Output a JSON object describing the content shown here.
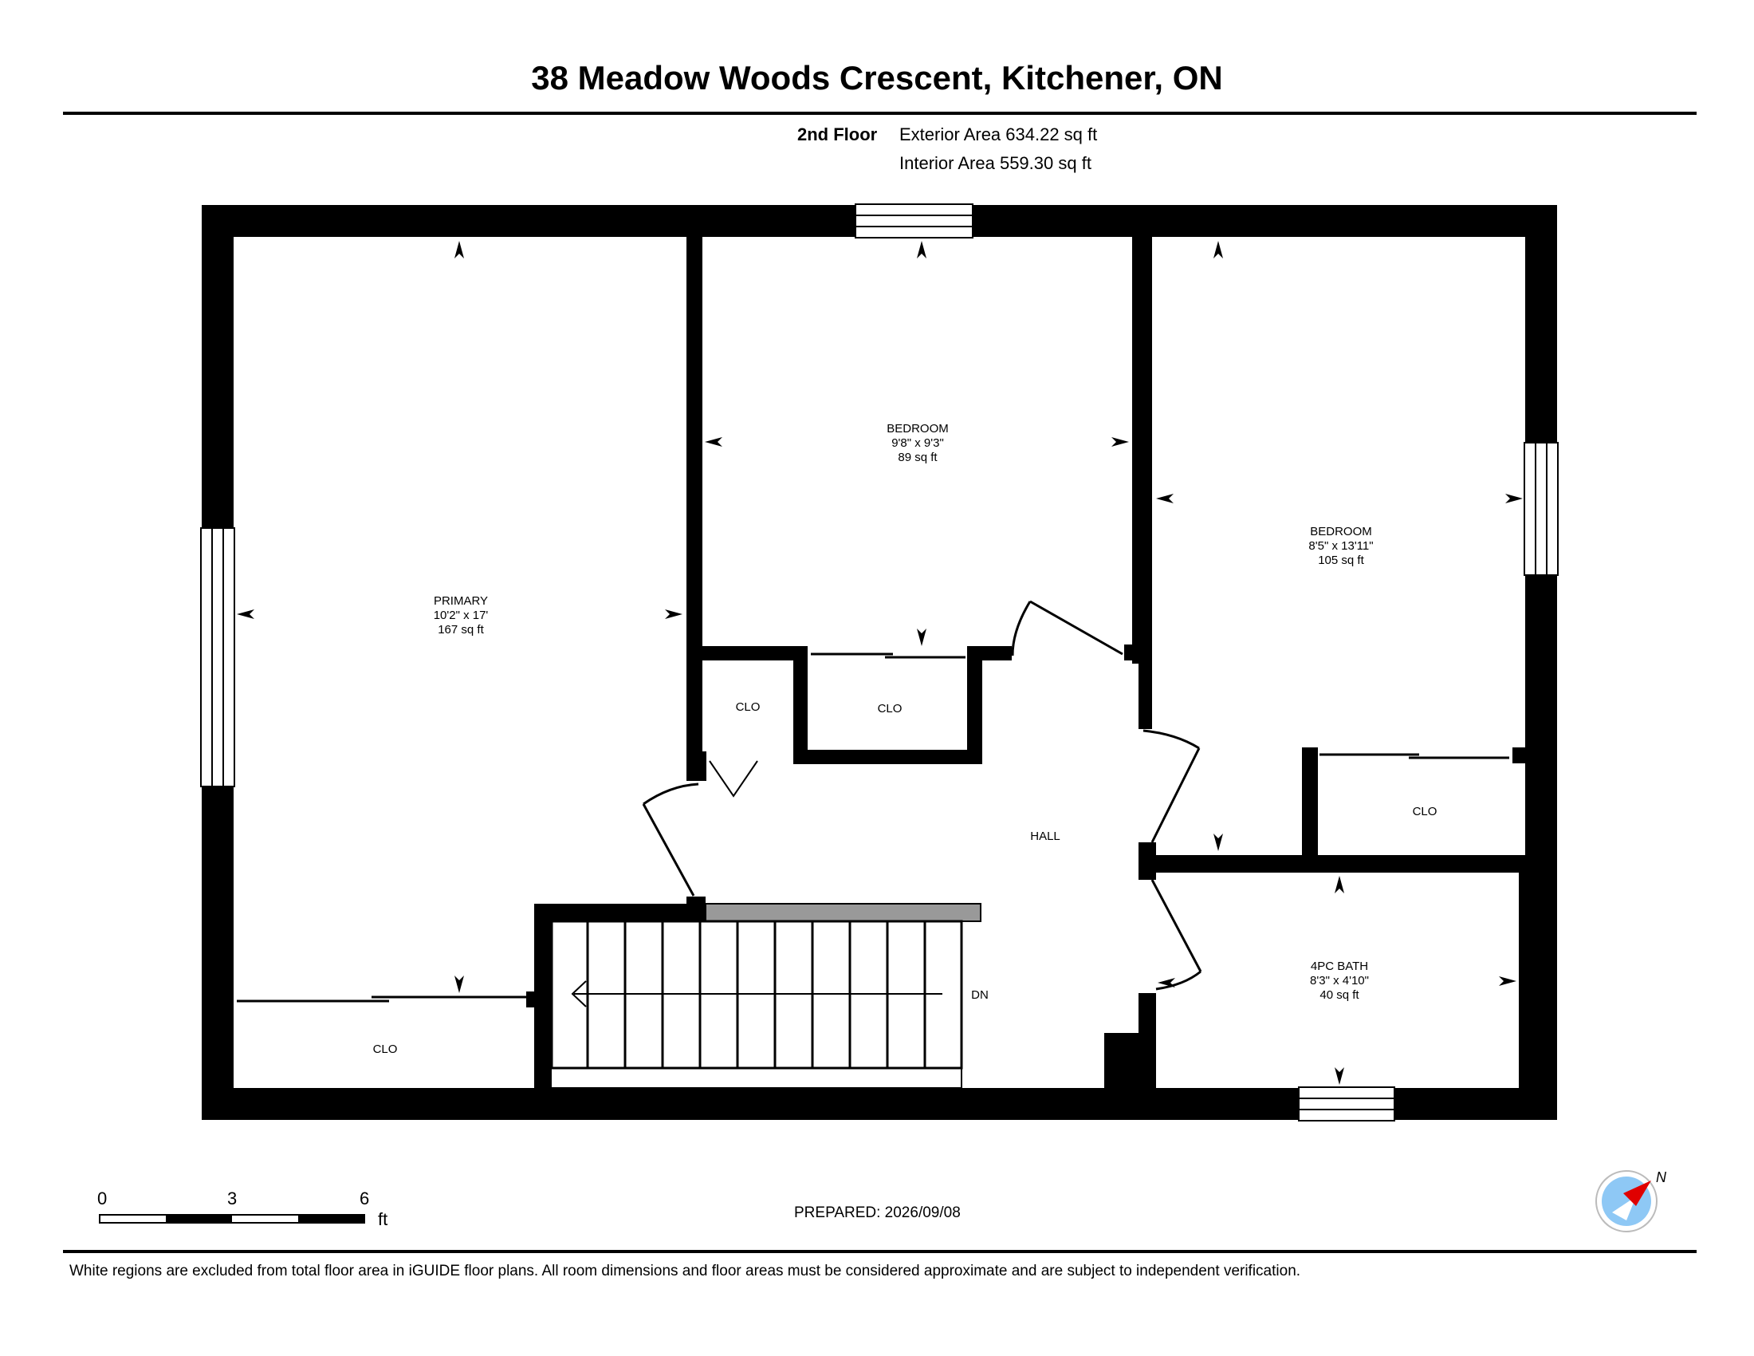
{
  "header": {
    "address": "38 Meadow Woods Crescent, Kitchener, ON",
    "floor": "2nd Floor",
    "exterior_area": "Exterior Area 634.22 sq ft",
    "interior_area": "Interior Area 559.30 sq ft"
  },
  "rooms": {
    "primary": {
      "name": "PRIMARY",
      "dims": "10'2\" x 17'",
      "area": "167 sq ft"
    },
    "bedroom1": {
      "name": "BEDROOM",
      "dims": "9'8\" x 9'3\"",
      "area": "89 sq ft"
    },
    "bedroom2": {
      "name": "BEDROOM",
      "dims": "8'5\" x 13'11\"",
      "area": "105 sq ft"
    },
    "bath": {
      "name": "4PC BATH",
      "dims": "8'3\" x 4'10\"",
      "area": "40 sq ft"
    },
    "hall": {
      "name": "HALL"
    },
    "clo_a": "CLO",
    "clo_b": "CLO",
    "clo_c": "CLO",
    "clo_d": "CLO",
    "stairs": "DN"
  },
  "scale": {
    "t0": "0",
    "t3": "3",
    "t6": "6",
    "unit": "ft"
  },
  "compass": {
    "label": "N"
  },
  "footer": {
    "prepared": "PREPARED: 2026/09/08",
    "disclaimer": "White regions are excluded from total floor area in iGUIDE floor plans. All room dimensions and floor areas must be considered approximate and are subject to independent verification."
  }
}
